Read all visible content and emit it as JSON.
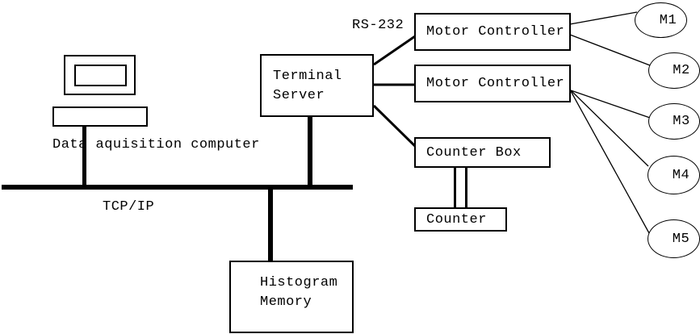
{
  "colors": {
    "background": "#ffffff",
    "line": "#000000",
    "text": "#000000"
  },
  "nodes": {
    "computer_label": "Data aquisition computer",
    "terminal_server": "Terminal\nServer",
    "motor_controller_1": "Motor Controller",
    "motor_controller_2": "Motor Controller",
    "counter_box": "Counter Box",
    "counter": "Counter",
    "histogram_memory": "Histogram\nMemory"
  },
  "motors": [
    {
      "label": "M1"
    },
    {
      "label": "M2"
    },
    {
      "label": "M3"
    },
    {
      "label": "M4"
    },
    {
      "label": "M5"
    }
  ],
  "edge_labels": {
    "serial": "RS-232",
    "bus": "TCP/IP"
  }
}
